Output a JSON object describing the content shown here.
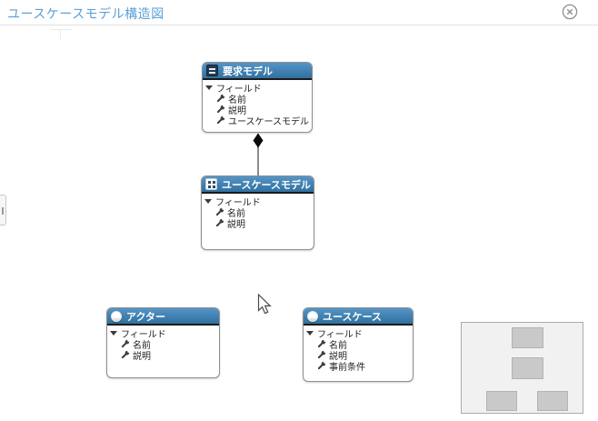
{
  "header": {
    "title": "ユースケースモデル構造図",
    "close_icon": "circle-x-icon"
  },
  "colors": {
    "title_text": "#5b9fd6",
    "node_header_top": "#5495c6",
    "node_header_bottom": "#30709f",
    "node_border": "#8f8f8f",
    "connector": "#8c8c8c",
    "minimap_bg": "#f1f1f1",
    "minimap_node": "#c9c9c9"
  },
  "tree": {
    "expander_icon": "triangle-down-icon",
    "field_icon": "wrench-icon"
  },
  "nodes": [
    {
      "title": "要求モデル",
      "icon": "card-icon",
      "group": "フィールド",
      "fields": [
        "名前",
        "説明",
        "ユースケースモデル"
      ]
    },
    {
      "title": "ユースケースモデル",
      "icon": "model-grid-icon",
      "group": "フィールド",
      "fields": [
        "名前",
        "説明"
      ]
    },
    {
      "title": "アクター",
      "icon": "actor-circle-icon",
      "group": "フィールド",
      "fields": [
        "名前",
        "説明"
      ]
    },
    {
      "title": "ユースケース",
      "icon": "usecase-circle-icon",
      "group": "フィールド",
      "fields": [
        "名前",
        "説明",
        "事前条件"
      ]
    }
  ],
  "connection": {
    "type": "composition",
    "marker": "filled-diamond",
    "from": "要求モデル",
    "to": "ユースケースモデル"
  },
  "minimap": {
    "node_count": 4
  }
}
